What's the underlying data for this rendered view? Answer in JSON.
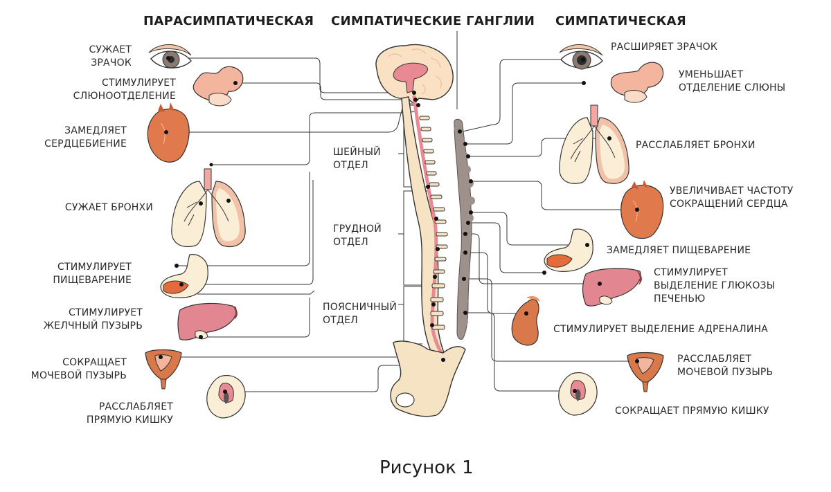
{
  "headers": {
    "parasympathetic": "ПАРАСИМПАТИЧЕСКАЯ",
    "ganglia": "СИМПАТИЧЕСКИЕ ГАНГЛИИ",
    "sympathetic": "СИМПАТИЧЕСКАЯ"
  },
  "left_labels": [
    {
      "lines": [
        "СУЖАЕТ",
        "ЗРАЧОК"
      ]
    },
    {
      "lines": [
        "СТИМУЛИРУЕТ",
        "СЛЮНООТДЕЛЕНИЕ"
      ]
    },
    {
      "lines": [
        "ЗАМЕДЛЯЕТ",
        "СЕРДЦЕБИЕНИЕ"
      ]
    },
    {
      "lines": [
        "СУЖАЕТ БРОНХИ"
      ]
    },
    {
      "lines": [
        "СТИМУЛИРУЕТ",
        "ПИЩЕВАРЕНИЕ"
      ]
    },
    {
      "lines": [
        "СТИМУЛИРУЕТ",
        "ЖЕЛЧНЫЙ ПУЗЫРЬ"
      ]
    },
    {
      "lines": [
        "СОКРАЩАЕТ",
        "МОЧЕВОЙ ПУЗЫРЬ"
      ]
    },
    {
      "lines": [
        "РАССЛАБЛЯЕТ",
        "ПРЯМУЮ КИШКУ"
      ]
    }
  ],
  "right_labels": [
    {
      "lines": [
        "РАСШИРЯЕТ ЗРАЧОК"
      ]
    },
    {
      "lines": [
        "УМЕНЬШАЕТ",
        "ОТДЕЛЕНИЕ СЛЮНЫ"
      ]
    },
    {
      "lines": [
        "РАССЛАБЛЯЕТ БРОНХИ"
      ]
    },
    {
      "lines": [
        "УВЕЛИЧИВАЕТ ЧАСТОТУ",
        "СОКРАЩЕНИЙ СЕРДЦА"
      ]
    },
    {
      "lines": [
        "ЗАМЕДЛЯЕТ ПИЩЕВАРЕНИЕ"
      ]
    },
    {
      "lines": [
        "СТИМУЛИРУЕТ",
        "ВЫДЕЛЕНИЕ ГЛЮКОЗЫ",
        "ПЕЧЕНЬЮ"
      ]
    },
    {
      "lines": [
        "СТИМУЛИРУЕТ  ВЫДЕЛЕНИЕ АДРЕНАЛИНА"
      ]
    },
    {
      "lines": [
        "РАССЛАБЛЯЕТ",
        "МОЧЕВОЙ ПУЗЫРЬ"
      ]
    },
    {
      "lines": [
        "СОКРАЩАЕТ ПРЯМУЮ КИШКУ"
      ]
    }
  ],
  "spine_sections": [
    {
      "lines": [
        "ШЕЙНЫЙ",
        "ОТДЕЛ"
      ]
    },
    {
      "lines": [
        "ГРУДНОЙ",
        "ОТДЕЛ"
      ]
    },
    {
      "lines": [
        "ПОЯСНИЧНЫЙ",
        "ОТДЕЛ"
      ]
    }
  ],
  "caption": "Рисунок 1",
  "colors": {
    "bone": "#f6e3c4",
    "brain": "#fbe1c4",
    "brain_core": "#e98a93",
    "heart": "#e07a4d",
    "liver": "#e28792",
    "lung": "#fbeed6",
    "lung_edge": "#f2c2a8",
    "ganglia": "#9e918c",
    "iris": "#8a7a72",
    "salivary": "#f4b59e",
    "adrenal": "#d9784a",
    "stomach_in": "#e56a3c"
  },
  "icons": [
    "eye-icon",
    "salivary-gland-icon",
    "heart-icon",
    "lungs-icon",
    "stomach-icon",
    "liver-icon",
    "bladder-icon",
    "rectum-icon",
    "kidney-icon",
    "brain-icon",
    "spine-icon",
    "pelvis-icon",
    "ganglia-chain-icon"
  ]
}
